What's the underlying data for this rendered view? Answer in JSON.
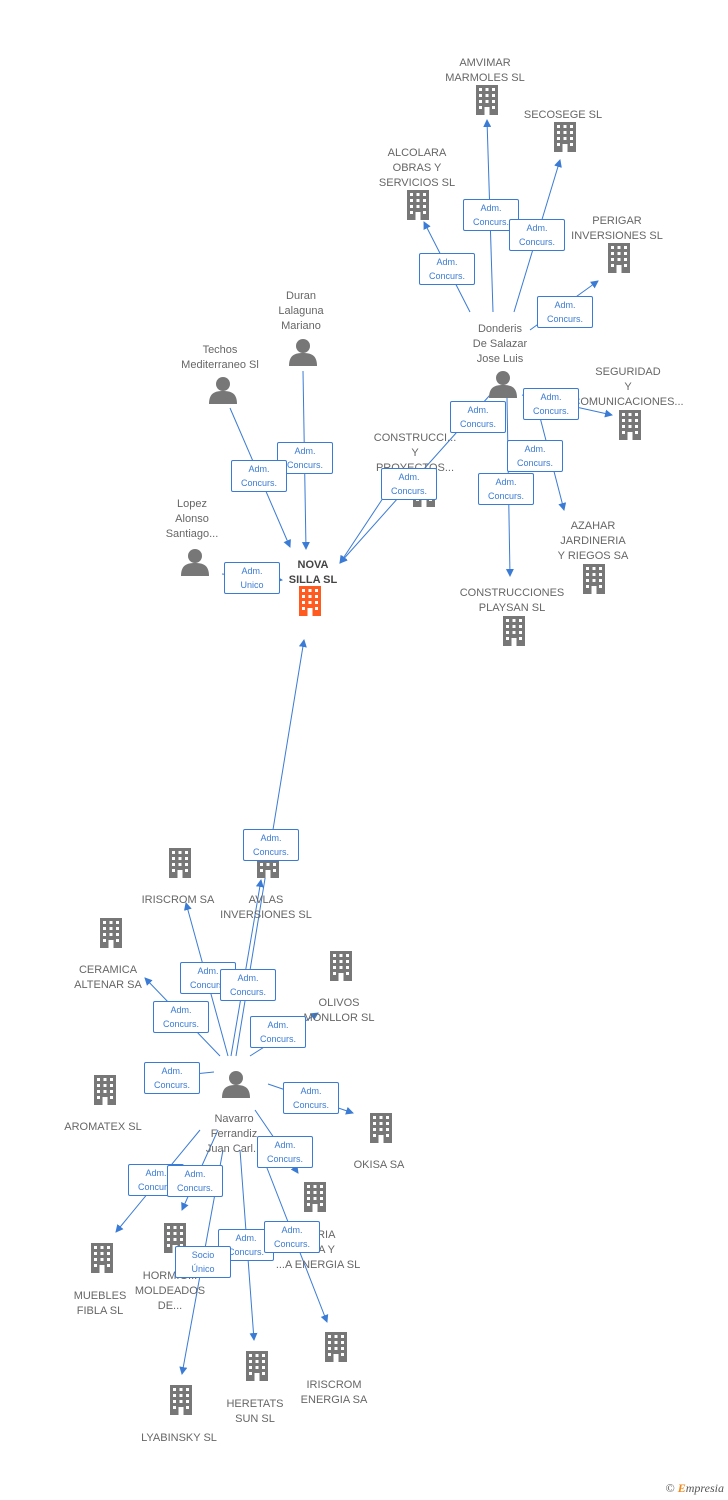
{
  "colors": {
    "edge": "#3a7bd5",
    "node": "#777777",
    "center": "#ff5a1f"
  },
  "center": {
    "label": "NOVA\nSILLA SL"
  },
  "nodes": [
    {
      "id": "amvimar",
      "label": "AMVIMAR\nMARMOLES SL",
      "kind": "company"
    },
    {
      "id": "secosege",
      "label": "SECOSEGE SL",
      "kind": "company"
    },
    {
      "id": "alcolara",
      "label": "ALCOLARA\nOBRAS Y\nSERVICIOS SL",
      "kind": "company"
    },
    {
      "id": "perigar",
      "label": "PERIGAR\nINVERSIONES SL",
      "kind": "company"
    },
    {
      "id": "donderis",
      "label": "Donderis\nDe Salazar\nJose Luis",
      "kind": "person"
    },
    {
      "id": "duran",
      "label": "Duran\nLalaguna\nMariano",
      "kind": "person"
    },
    {
      "id": "techos",
      "label": "Techos\nMediterraneo Sl",
      "kind": "person"
    },
    {
      "id": "seguridad",
      "label": "SEGURIDAD\nY\nCOMUNICACIONES...",
      "kind": "company"
    },
    {
      "id": "construcc",
      "label": "CONSTRUCCI...\nY\nPROYECTOS...",
      "kind": "company"
    },
    {
      "id": "lopez",
      "label": "Lopez\nAlonso\nSantiago...",
      "kind": "person"
    },
    {
      "id": "azahar",
      "label": "AZAHAR\nJARDINERIA\nY RIEGOS SA",
      "kind": "company"
    },
    {
      "id": "playsan",
      "label": "CONSTRUCCIONES\nPLAYSAN SL",
      "kind": "company"
    },
    {
      "id": "iriscrom",
      "label": "IRISCROM SA",
      "kind": "company"
    },
    {
      "id": "avlas",
      "label": "AVLAS\nINVERSIONES SL",
      "kind": "company"
    },
    {
      "id": "ceramica",
      "label": "CERAMICA\nALTENAR SA",
      "kind": "company"
    },
    {
      "id": "olivos",
      "label": "OLIVOS\nMONLLOR SL",
      "kind": "company"
    },
    {
      "id": "aromatex",
      "label": "AROMATEX SL",
      "kind": "company"
    },
    {
      "id": "navarro",
      "label": "Navarro\nFerrandiz\nJuan Carl...",
      "kind": "person"
    },
    {
      "id": "okisa",
      "label": "OKISA SA",
      "kind": "company"
    },
    {
      "id": "ingenieria",
      "label": "...ERIA\n...UA Y\n...A ENERGIA SL",
      "kind": "company"
    },
    {
      "id": "muebles",
      "label": "MUEBLES\nFIBLA SL",
      "kind": "company"
    },
    {
      "id": "hormig",
      "label": "HORMIG...\nMOLDEADOS\nDE...",
      "kind": "company"
    },
    {
      "id": "heretats",
      "label": "HERETATS\nSUN SL",
      "kind": "company"
    },
    {
      "id": "iriscromenergia",
      "label": "IRISCROM\nENERGIA SA",
      "kind": "company"
    },
    {
      "id": "lyabinsky",
      "label": "LYABINSKY SL",
      "kind": "company"
    }
  ],
  "edges": [
    {
      "from": "donderis",
      "to": "amvimar",
      "label": "Adm.\nConcurs."
    },
    {
      "from": "donderis",
      "to": "secosege",
      "label": "Adm.\nConcurs."
    },
    {
      "from": "donderis",
      "to": "alcolara",
      "label": "Adm.\nConcurs."
    },
    {
      "from": "donderis",
      "to": "perigar",
      "label": "Adm.\nConcurs."
    },
    {
      "from": "donderis",
      "to": "seguridad",
      "label": "Adm.\nConcurs."
    },
    {
      "from": "donderis",
      "to": "center",
      "label": "Adm.\nConcurs."
    },
    {
      "from": "donderis",
      "to": "azahar",
      "label": "Adm.\nConcurs."
    },
    {
      "from": "donderis",
      "to": "playsan",
      "label": "Adm.\nConcurs."
    },
    {
      "from": "construcc",
      "to": "center",
      "label": "Adm.\nConcurs."
    },
    {
      "from": "duran",
      "to": "center",
      "label": "Adm.\nConcurs."
    },
    {
      "from": "techos",
      "to": "center",
      "label": "Adm.\nConcurs."
    },
    {
      "from": "lopez",
      "to": "center",
      "label": "Adm.\nUnico"
    },
    {
      "from": "navarro",
      "to": "center",
      "label": "Adm.\nConcurs."
    },
    {
      "from": "navarro",
      "to": "iriscrom",
      "label": "Adm.\nConcurs."
    },
    {
      "from": "navarro",
      "to": "avlas",
      "label": "Adm.\nConcurs."
    },
    {
      "from": "navarro",
      "to": "ceramica",
      "label": "Adm.\nConcurs."
    },
    {
      "from": "navarro",
      "to": "olivos",
      "label": "Adm.\nConcurs."
    },
    {
      "from": "navarro",
      "to": "aromatex",
      "label": "Adm.\nConcurs."
    },
    {
      "from": "navarro",
      "to": "okisa",
      "label": "Adm.\nConcurs."
    },
    {
      "from": "navarro",
      "to": "ingenieria",
      "label": "Adm.\nConcurs."
    },
    {
      "from": "navarro",
      "to": "muebles",
      "label": "Adm.\nConcurs."
    },
    {
      "from": "navarro",
      "to": "hormig",
      "label": "Adm.\nConcurs."
    },
    {
      "from": "navarro",
      "to": "heretats",
      "label": "Adm.\nConcurs."
    },
    {
      "from": "navarro",
      "to": "iriscromenergia",
      "label": "Adm.\nConcurs."
    },
    {
      "from": "navarro",
      "to": "lyabinsky",
      "label": "Socio\nÚnico"
    }
  ],
  "footer": {
    "copyright": "©",
    "brand_initial": "E",
    "brand_rest": "mpresia"
  }
}
